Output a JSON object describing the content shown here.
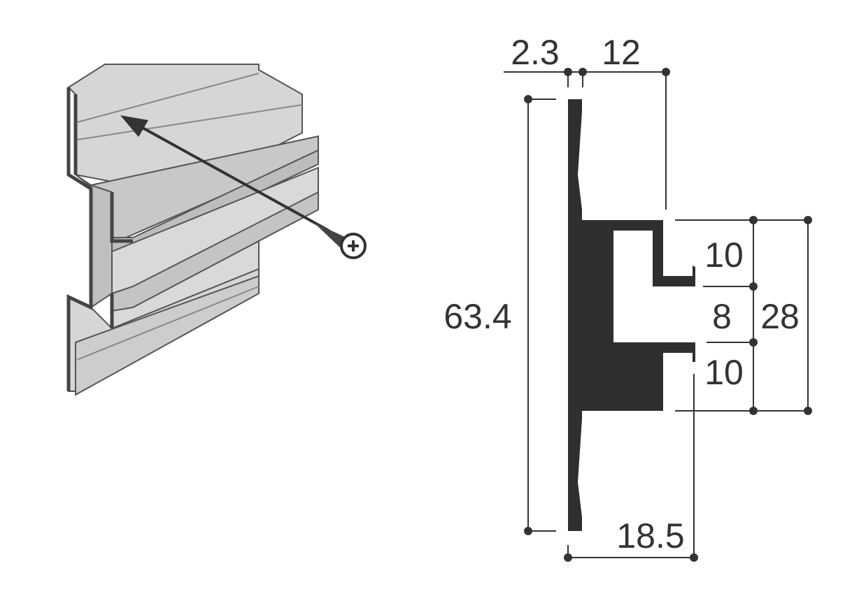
{
  "diagram": {
    "dimensions": {
      "thickness": "2.3",
      "top_offset": "12",
      "height": "63.4",
      "upper_slot": "10",
      "gap": "8",
      "rail_height": "28",
      "lower_slot": "10",
      "depth": "18.5"
    },
    "colors": {
      "profile": "#2f2f2f",
      "face_light": "#d9d9d9",
      "face_mid": "#c4c4c4",
      "outline": "#555555"
    }
  }
}
